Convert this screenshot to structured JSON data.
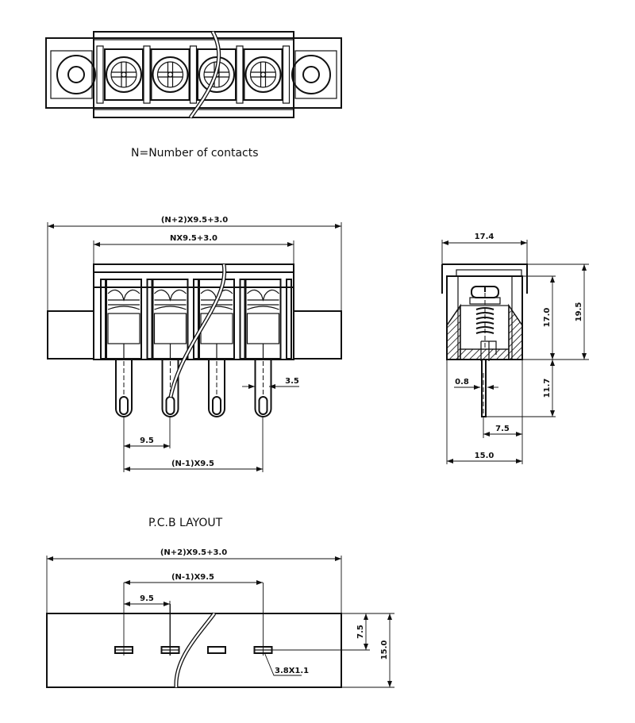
{
  "drawing": {
    "notes": {
      "contacts_note": "N=Number of contacts",
      "pcb_title": "P.C.B LAYOUT"
    },
    "front_view": {
      "overall_width": "(N+2)X9.5+3.0",
      "body_width": "NX9.5+3.0",
      "pin_width": "3.5",
      "pitch": "9.5",
      "span": "(N-1)X9.5",
      "contacts_shown": 4
    },
    "side_view": {
      "top_width": "17.4",
      "height_body": "17.0",
      "height_total": "19.5",
      "pin_length": "11.7",
      "pin_thickness": "0.8",
      "pin_offset": "7.5",
      "base_width": "15.0"
    },
    "pcb_layout": {
      "overall_width": "(N+2)X9.5+3.0",
      "span": "(N-1)X9.5",
      "pitch": "9.5",
      "row_offset": "7.5",
      "depth": "15.0",
      "slot_size": "3.8X1.1",
      "slots_shown": 4
    },
    "top_view": {
      "positions_shown": 4
    }
  }
}
